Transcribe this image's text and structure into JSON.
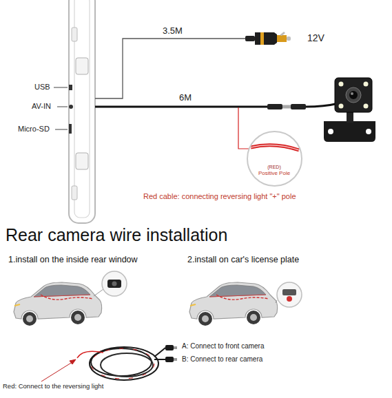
{
  "diagram": {
    "title": "Rear camera wire installation",
    "nodes": [
      {
        "text": [
          "(RED)",
          "Positive Pole"
        ]
      }
    ],
    "labels": [
      "3.5M",
      "12V",
      "USB",
      "AV-IN",
      "Micro-SD",
      "6M",
      "Red cable: connecting reversing light \"+\" pole",
      "1.install on the inside rear window",
      "2.install on car's license plate",
      "A: Connect to front camera",
      "B: Connect to rear camera",
      "Red: Connect to the reversing light"
    ]
  }
}
